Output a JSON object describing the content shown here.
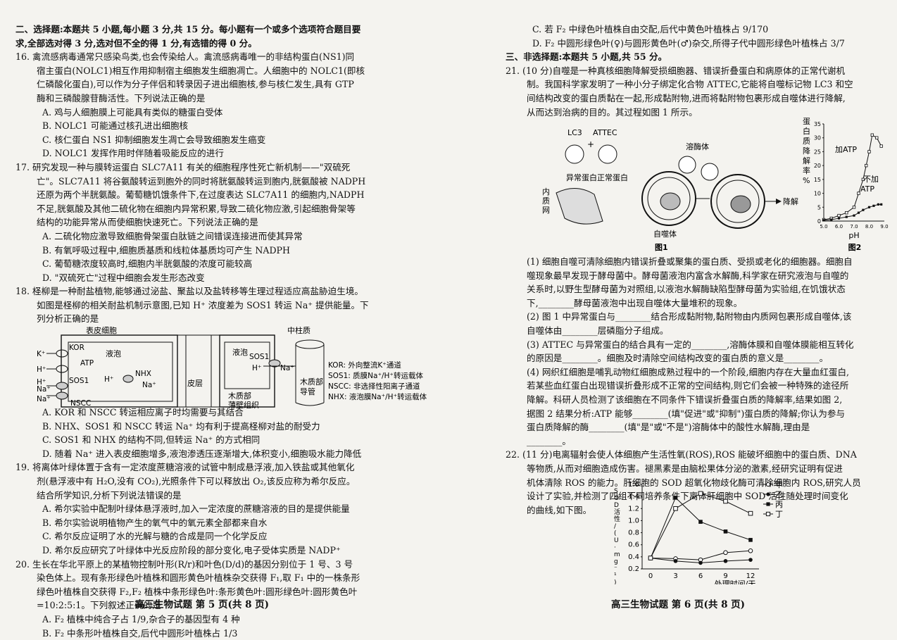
{
  "left": {
    "lines": [
      {
        "t": "二、选择题:本题共 5 小题,每小题 3 分,共 15 分。每小题有一个或多个选项符合题目要",
        "c": "b"
      },
      {
        "t": "求,全部选对得 3 分,选对但不全的得 1 分,有选错的得 0 分。",
        "c": "b"
      },
      {
        "t": "16. 禽流感病毒通常只感染鸟类,也会传染给人。禽流感病毒唯一的非结构蛋白(NS1)同",
        "c": ""
      },
      {
        "t": "宿主蛋白(NOLC1)相互作用抑制宿主细胞发生细胞凋亡。人细胞中的 NOLC1(即核",
        "c": "ind"
      },
      {
        "t": "仁磷酸化蛋白),可以作为分子伴侣和转录因子进出细胞核,参与核仁发生,具有 GTP",
        "c": "ind"
      },
      {
        "t": "酶和三磷酸腺苷酶活性。下列说法正确的是",
        "c": "ind"
      },
      {
        "t": "A. 鸡与人细胞膜上可能具有类似的糖蛋白受体",
        "c": "opt"
      },
      {
        "t": "B. NOLC1 可能通过核孔进出细胞核",
        "c": "opt"
      },
      {
        "t": "C. 核仁蛋白 NS1 抑制细胞发生凋亡会导致细胞发生癌变",
        "c": "opt"
      },
      {
        "t": "D. NOLC1 发挥作用时伴随着吸能反应的进行",
        "c": "opt"
      },
      {
        "t": "17. 研究发现一种与膜转运蛋白 SLC7A11 有关的细胞程序性死亡新机制——\"双硫死",
        "c": ""
      },
      {
        "t": "亡\"。SLC7A11 将谷氨酸转运到胞外的同时将胱氨酸转运到胞内,胱氨酸被 NADPH",
        "c": "ind"
      },
      {
        "t": "还原为两个半胱氨酸。葡萄糖饥饿条件下,在过度表达 SLC7A11 的细胞内,NADPH",
        "c": "ind"
      },
      {
        "t": "不足,胱氨酸及其他二硫化物在细胞内异常积累,导致二硫化物应激,引起细胞骨架等",
        "c": "ind"
      },
      {
        "t": "结构的功能异常从而使细胞快速死亡。下列说法正确的是",
        "c": "ind"
      },
      {
        "t": "A. 二硫化物应激导致细胞骨架蛋白肽链之间错误连接进而使其异常",
        "c": "opt"
      },
      {
        "t": "B. 有氧呼吸过程中,细胞质基质和线粒体基质均可产生 NADPH",
        "c": "opt"
      },
      {
        "t": "C. 葡萄糖浓度较高时,细胞内半胱氨酸的浓度可能较高",
        "c": "opt"
      },
      {
        "t": "D. \"双硫死亡\"过程中细胞会发生形态改变",
        "c": "opt"
      },
      {
        "t": "18. 柽柳是一种耐盐植物,能够通过泌盐、聚盐以及盐转移等生理过程适应高盐胁迫生境。",
        "c": ""
      },
      {
        "t": "如图是柽柳的相关耐盐机制示意图,已知 H⁺ 浓度差为 SOS1 转运 Na⁺ 提供能量。下",
        "c": "ind"
      },
      {
        "t": "列分析正确的是",
        "c": "ind"
      }
    ],
    "lines2": [
      {
        "t": "A. KOR 和 NSCC 转运相应离子时均需要与其结合",
        "c": "opt"
      },
      {
        "t": "B. NHX、SOS1 和 NSCC 转运 Na⁺ 均有利于提高柽柳对盐的耐受力",
        "c": "opt"
      },
      {
        "t": "C. SOS1 和 NHX 的结构不同,但转运 Na⁺ 的方式相同",
        "c": "opt"
      },
      {
        "t": "D. 随着 Na⁺ 进入表皮细胞增多,液泡渗透压逐渐增大,体积变小,细胞吸水能力降低",
        "c": "opt"
      },
      {
        "t": "19. 将离体叶绿体置于含有一定浓度蔗糖溶液的试管中制成悬浮液,加入铁盐或其他氧化",
        "c": ""
      },
      {
        "t": "剂(悬浮液中有 H₂O,没有 CO₂),光照条件下可以释放出 O₂,该反应称为希尔反应。",
        "c": "ind"
      },
      {
        "t": "结合所学知识,分析下列说法错误的是",
        "c": "ind"
      },
      {
        "t": "A. 希尔实验中配制叶绿体悬浮液时,加入一定浓度的蔗糖溶液的目的是提供能量",
        "c": "opt"
      },
      {
        "t": "B. 希尔实验说明植物产生的氧气中的氧元素全部都来自水",
        "c": "opt"
      },
      {
        "t": "C. 希尔反应证明了水的光解与糖的合成是同一个化学反应",
        "c": "opt"
      },
      {
        "t": "D. 希尔反应研究了叶绿体中光反应阶段的部分变化,电子受体实质是 NADP⁺",
        "c": "opt"
      },
      {
        "t": "20. 生长在华北平原上的某植物控制叶形(R/r)和叶色(D/d)的基因分别位于 1 号、3 号",
        "c": ""
      },
      {
        "t": "染色体上。现有条形绿色叶植株和圆形黄色叶植株杂交获得 F₁,取 F₁ 中的一株条形",
        "c": "ind"
      },
      {
        "t": "绿色叶植株自交获得 F₂,F₂ 植株中条形绿色叶:条形黄色叶:圆形绿色叶:圆形黄色叶",
        "c": "ind"
      },
      {
        "t": "=10:2:5:1。下列叙述正确的是",
        "c": "ind"
      },
      {
        "t": "A. F₂ 植株中纯合子占 1/9,杂合子的基因型有 4 种",
        "c": "opt"
      },
      {
        "t": "B. F₂ 中条形叶植株自交,后代中圆形叶植株占 1/3",
        "c": "opt"
      }
    ],
    "footer": "高三生物试题 第 5 页(共 8 页)",
    "fig18": {
      "title": "表皮细胞",
      "zhongzhuzhi": "中柱质",
      "yepao1": "液泡",
      "yepao2": "液泡",
      "pizeng": "皮层",
      "mzbo": "木质部",
      "mzbo2": "薄壁组织",
      "mzdg": "木质部",
      "mzdg2": "导管",
      "kor": "KOR",
      "atp": "ATP",
      "sos1": "SOS1",
      "sos1b": "SOS1",
      "nhx": "NHX",
      "nscc": "NSCC",
      "k": "K⁺",
      "h1": "H⁺",
      "h2": "H⁺",
      "h3": "H⁺",
      "h4": "H⁺",
      "na1": "Na⁺",
      "na2": "Na⁺",
      "na3": "Na⁺",
      "na4": "Na⁺",
      "legend": [
        "KOR: 外向整流K⁺通道",
        "SOS1: 质膜Na⁺/H⁺转运载体",
        "NSCC: 非选择性阳离子通道",
        "NHX: 液泡膜Na⁺/H⁺转运载体"
      ]
    }
  },
  "right": {
    "lines": [
      {
        "t": "C. 若 F₂ 中绿色叶植株自由交配,后代中黄色叶植株占 9/170",
        "c": "opt"
      },
      {
        "t": "D. F₂ 中圆形绿色叶(♀)与圆形黄色叶(♂)杂交,所得子代中圆形绿色叶植株占 3/7",
        "c": "opt"
      },
      {
        "t": "三、非选择题:本题共 5 小题,共 55 分。",
        "c": "b"
      },
      {
        "t": "21. (10 分)自噬是一种真核细胞降解受损细胞器、错误折叠蛋白和病原体的正常代谢机",
        "c": ""
      },
      {
        "t": "制。我国科学家发明了一种小分子绑定化合物 ATTEC,它能将自噬标记物 LC3 和空",
        "c": "ind"
      },
      {
        "t": "间结构改变的蛋白质黏在一起,形成黏附物,进而将黏附物包裹形成自噬体进行降解,",
        "c": "ind"
      },
      {
        "t": "从而达到治病的目的。其过程如图 1 所示。",
        "c": "ind"
      }
    ],
    "lines2": [
      {
        "t": "(1) 细胞自噬可清除细胞内错误折叠或聚集的蛋白质、受损或老化的细胞器。细胞自",
        "c": "ind"
      },
      {
        "t": "噬现象最早发现于酵母菌中。酵母菌液泡内富含水解酶,科学家在研究液泡与自噬的",
        "c": "ind"
      },
      {
        "t": "关系时,以野生型酵母菌为对照组,以液泡水解酶缺陷型酵母菌为实验组,在饥饿状态",
        "c": "ind"
      },
      {
        "t": "下,________酵母菌液泡中出现自噬体大量堆积的现象。",
        "c": "ind"
      },
      {
        "t": "(2) 图 1 中异常蛋白与________结合形成黏附物,黏附物由内质网包裹形成自噬体,该",
        "c": "ind"
      },
      {
        "t": "自噬体由________层磷脂分子组成。",
        "c": "ind"
      },
      {
        "t": "(3) ATTEC 与异常蛋白的结合具有一定的________,溶酶体膜和自噬体膜能相互转化",
        "c": "ind"
      },
      {
        "t": "的原因是________。细胞及时清除空间结构改变的蛋白质的意义是________。",
        "c": "ind"
      },
      {
        "t": "(4) 网织红细胞是哺乳动物红细胞成熟过程中的一个阶段,细胞内存在大量血红蛋白,",
        "c": "ind"
      },
      {
        "t": "若某些血红蛋白出现错误折叠形成不正常的空间结构,则它们会被一种特殊的途径所",
        "c": "ind"
      },
      {
        "t": "降解。科研人员检测了该细胞在不同条件下错误折叠蛋白质的降解率,结果如图 2,",
        "c": "ind"
      },
      {
        "t": "据图 2 结果分析:ATP 能够________(填\"促进\"或\"抑制\")蛋白质的降解;你认为参与",
        "c": "ind"
      },
      {
        "t": "蛋白质降解的酶________(填\"是\"或\"不是\")溶酶体中的酸性水解酶,理由是",
        "c": "ind"
      },
      {
        "t": "________。",
        "c": "ind"
      },
      {
        "t": "22. (11 分)电离辐射会使人体细胞产生活性氧(ROS),ROS 能破坏细胞中的蛋白质、DNA",
        "c": ""
      },
      {
        "t": "等物质,从而对细胞造成伤害。褪黑素是由脑松果体分泌的激素,经研究证明有促进",
        "c": "ind"
      },
      {
        "t": "机体清除 ROS 的能力。肝细胞的 SOD 超氧化物歧化酶可清除细胞内 ROS,研究人员",
        "c": "ind"
      },
      {
        "t": "设计了实验,并检测了四组不同培养条件下离体肝细胞中 SOD 活性随处理时间变化",
        "c": "ind"
      },
      {
        "t": "的曲线,如下图。",
        "c": "ind"
      }
    ],
    "footer": "高三生物试题 第 6 页(共 8 页)",
    "fig1": {
      "lc3": "LC3",
      "attec": "ATTEC",
      "plus": "+",
      "rongmeiti": "溶酶体",
      "yichang": "异常蛋白",
      "zhengchang": "正常蛋白",
      "neizhiwang": "内质网",
      "zishiti": "自噬体",
      "jiangjie": "降解",
      "caption": "图1"
    },
    "fig2": {
      "caption": "图2"
    }
  },
  "chart_data": [
    {
      "type": "line",
      "ylabel": "蛋白质降解率%",
      "xlabel": "pH",
      "xlim": [
        5.0,
        9.0
      ],
      "ylim": [
        0,
        35
      ],
      "xticks": [
        "5.0",
        "6.0",
        "7.0",
        "8.0",
        "9.0"
      ],
      "yticks": [
        "0",
        "5",
        "10",
        "15",
        "20",
        "25",
        "30",
        "35"
      ],
      "series": [
        {
          "name": "加ATP",
          "x": [
            5.0,
            5.5,
            6.0,
            6.5,
            7.0,
            7.3,
            7.6,
            7.8,
            8.0,
            8.2,
            8.5,
            8.8
          ],
          "values": [
            0.5,
            1,
            2,
            3,
            5,
            10,
            15,
            20,
            25,
            31,
            30,
            27
          ]
        },
        {
          "name": "不加ATP",
          "x": [
            5.0,
            5.5,
            6.0,
            6.5,
            7.0,
            7.3,
            7.6,
            8.0,
            8.3,
            8.6,
            8.8
          ],
          "values": [
            0.3,
            0.5,
            1,
            1.5,
            2,
            3,
            4,
            5,
            5.5,
            6,
            6
          ]
        }
      ]
    },
    {
      "type": "line",
      "ylabel": "SOD活性/(U·mg⁻¹)",
      "xlabel": "处理时间/天",
      "x": [
        0,
        3,
        6,
        9,
        12
      ],
      "ylim": [
        0.2,
        1.6
      ],
      "yticks": [
        "0.2",
        "0.4",
        "0.6",
        "0.8",
        "1.0",
        "1.2",
        "1.4",
        "1.6"
      ],
      "xticks": [
        "0",
        "3",
        "6",
        "9",
        "12"
      ],
      "series": [
        {
          "name": "甲",
          "marker": "open-circle",
          "values": [
            0.38,
            0.37,
            0.35,
            0.47,
            0.5
          ]
        },
        {
          "name": "乙",
          "marker": "filled-circle",
          "values": [
            0.38,
            0.33,
            0.3,
            0.33,
            0.35
          ]
        },
        {
          "name": "丙",
          "marker": "filled-square",
          "values": [
            0.38,
            1.38,
            0.98,
            0.82,
            0.68
          ]
        },
        {
          "name": "丁",
          "marker": "open-square",
          "values": [
            0.38,
            1.2,
            1.45,
            1.32,
            1.12
          ]
        }
      ]
    }
  ]
}
